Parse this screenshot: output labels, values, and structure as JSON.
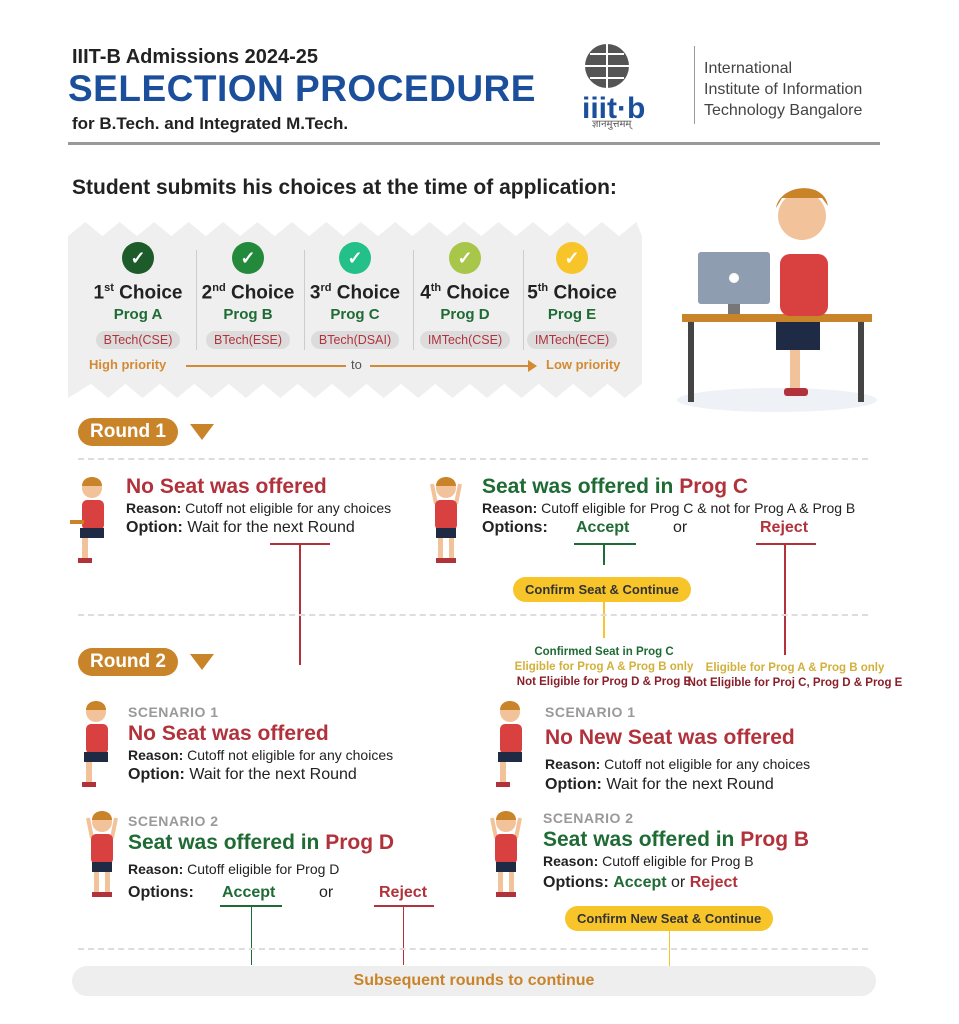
{
  "header": {
    "subtitle": "IIIT-B Admissions 2024-25",
    "title": "SELECTION PROCEDURE",
    "for": "for B.Tech. and Integrated M.Tech.",
    "logo": {
      "text": "iiit·b",
      "motto": "ज्ञानमुत्तमम्",
      "org_lines": [
        "International",
        "Institute of Information",
        "Technology Bangalore"
      ]
    }
  },
  "intro": "Student submits his choices at the time of application:",
  "choices": [
    {
      "ord": "1",
      "sup": "st",
      "label": "Choice",
      "prog": "Prog A",
      "course": "BTech(CSE)",
      "color": "#1d5b2b"
    },
    {
      "ord": "2",
      "sup": "nd",
      "label": "Choice",
      "prog": "Prog B",
      "course": "BTech(ESE)",
      "color": "#238a3c"
    },
    {
      "ord": "3",
      "sup": "rd",
      "label": "Choice",
      "prog": "Prog C",
      "course": "BTech(DSAI)",
      "color": "#23c08a"
    },
    {
      "ord": "4",
      "sup": "th",
      "label": "Choice",
      "prog": "Prog D",
      "course": "IMTech(CSE)",
      "color": "#a8c64a"
    },
    {
      "ord": "5",
      "sup": "th",
      "label": "Choice",
      "prog": "Prog E",
      "course": "IMTech(ECE)",
      "color": "#f7c52a"
    }
  ],
  "priority": {
    "high": "High priority",
    "to": "to",
    "low": "Low priority"
  },
  "round1": {
    "label": "Round 1",
    "left": {
      "title": "No Seat was offered",
      "reason_label": "Reason:",
      "reason": "Cutoff not eligible for any choices",
      "option_label": "Option:",
      "option": "Wait for the next Round"
    },
    "right": {
      "title_prefix": "Seat was offered in ",
      "title_prog": "Prog C",
      "reason_label": "Reason:",
      "reason": "Cutoff eligible for Prog C & not for Prog A & Prog B",
      "options_label": "Options:",
      "accept": "Accept",
      "or": "or",
      "reject": "Reject",
      "confirm": "Confirm Seat & Continue"
    },
    "accept_outcome": [
      "Confirmed Seat in Prog C",
      "Eligible for Prog A & Prog B only",
      "Not Eligible for Prog D & Prog E"
    ],
    "reject_outcome": [
      "Eligible for Prog A & Prog B only",
      "Not Eligible for Proj C, Prog D & Prog E"
    ]
  },
  "round2": {
    "label": "Round 2",
    "left": {
      "s1": {
        "scenario": "SCENARIO 1",
        "title": "No Seat was offered",
        "reason_label": "Reason:",
        "reason": "Cutoff not eligible for any choices",
        "option_label": "Option:",
        "option": "Wait for the next Round"
      },
      "s2": {
        "scenario": "SCENARIO 2",
        "title_prefix": "Seat was offered in ",
        "title_prog": "Prog D",
        "reason_label": "Reason:",
        "reason": "Cutoff eligible for Prog D",
        "options_label": "Options:",
        "accept": "Accept",
        "or": "or",
        "reject": "Reject"
      }
    },
    "right": {
      "s1": {
        "scenario": "SCENARIO 1",
        "title": "No New Seat was offered",
        "reason_label": "Reason:",
        "reason": "Cutoff not eligible for any choices",
        "option_label": "Option:",
        "option": "Wait for the next Round"
      },
      "s2": {
        "scenario": "SCENARIO 2",
        "title_prefix": "Seat was offered in ",
        "title_prog": "Prog B",
        "reason_label": "Reason:",
        "reason": "Cutoff eligible for Prog B",
        "options_label": "Options:",
        "accept": "Accept",
        "or": "or",
        "reject": "Reject",
        "confirm": "Confirm New Seat & Continue"
      }
    }
  },
  "footer": "Subsequent rounds to continue"
}
